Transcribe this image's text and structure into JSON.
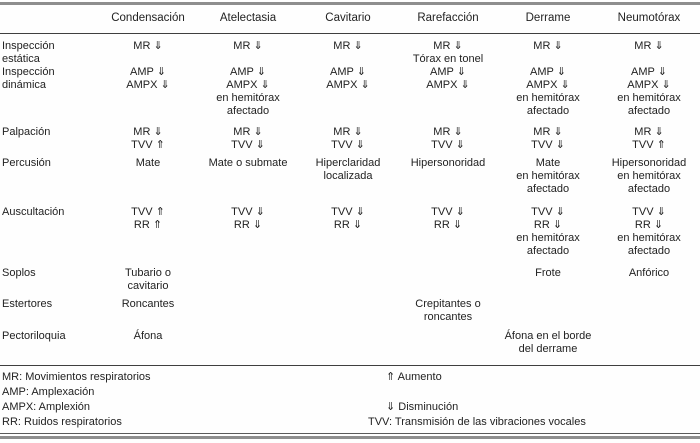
{
  "table": {
    "columns": [
      "",
      "Condensación",
      "Atelectasia",
      "Cavitario",
      "Rarefacción",
      "Derrame",
      "Neumotórax"
    ],
    "rows": [
      {
        "label": "Inspección\nestática",
        "cells": [
          "MR ⇓",
          "MR ⇓",
          "MR ⇓",
          "MR ⇓\nTórax en tonel",
          "MR ⇓",
          "MR ⇓"
        ]
      },
      {
        "label": "Inspección\ndinámica",
        "cells": [
          "AMP ⇓\nAMPX ⇓",
          "AMP ⇓\nAMPX ⇓\nen hemitórax\nafectado",
          "AMP ⇓\nAMPX ⇓",
          "AMP ⇓\nAMPX ⇓",
          "AMP ⇓\nAMPX ⇓\nen hemitórax\nafectado",
          "AMP ⇓\nAMPX ⇓\nen hemitórax\nafectado"
        ]
      },
      {
        "label": "Palpación",
        "cells": [
          "MR ⇓\nTVV ⇑",
          "MR ⇓\nTVV ⇓",
          "MR ⇓\nTVV ⇓",
          "MR ⇓\nTVV ⇓",
          "MR ⇓\nTVV ⇓",
          "MR ⇓\nTVV ⇑"
        ]
      },
      {
        "label": "Percusión",
        "cells": [
          "Mate",
          "Mate o submate",
          "Hiperclaridad\nlocalizada",
          "Hipersonoridad",
          "Mate\nen hemitórax\nafectado",
          "Hipersonoridad\nen hemitórax\nafectado"
        ]
      },
      {
        "label": "Auscultación",
        "cells": [
          "TVV ⇑\nRR ⇑",
          "TVV ⇓\nRR ⇓",
          "TVV ⇓\nRR ⇓",
          "TVV ⇓\nRR ⇓",
          "TVV ⇓\nRR ⇓\nen hemitórax\nafectado",
          "TVV ⇓\nRR ⇓\nen hemitórax\nafectado"
        ]
      },
      {
        "label": "Soplos",
        "cells": [
          "Tubario o\ncavitario",
          "",
          "",
          "",
          "Frote",
          "Anfórico"
        ]
      },
      {
        "label": "Estertores",
        "cells": [
          "Roncantes",
          "",
          "",
          "Crepitantes o\nroncantes",
          "",
          ""
        ]
      },
      {
        "label": "Pectoriloquia",
        "cells": [
          "Áfona",
          "",
          "",
          "",
          "Áfona en el borde\ndel derrame",
          ""
        ]
      }
    ]
  },
  "legend": {
    "left": [
      "MR: Movimientos respiratorios",
      "AMP: Amplexación",
      "AMPX: Amplexión",
      "RR: Ruidos respiratorios"
    ],
    "right": [
      "⇑ Aumento",
      "",
      "⇓ Disminución",
      "TVV: Transmisión de las vibraciones vocales"
    ]
  }
}
